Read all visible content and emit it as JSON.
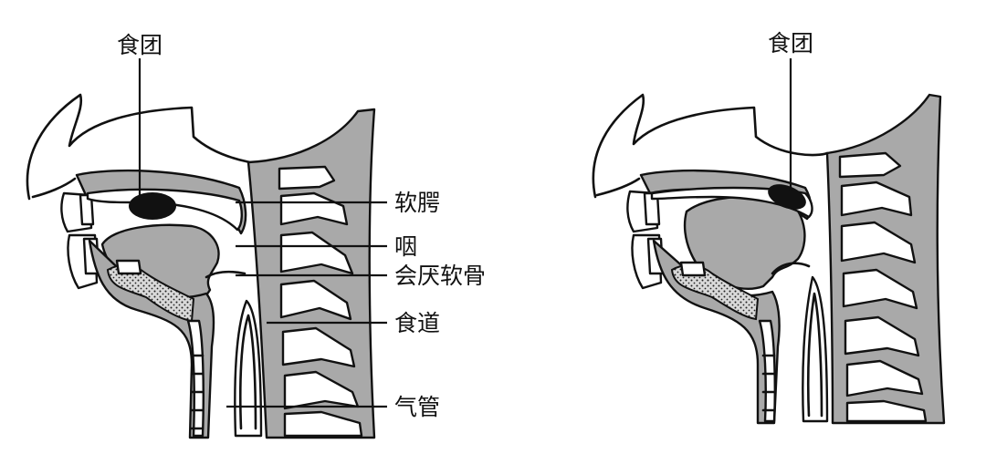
{
  "left_panel": {
    "bolus_label": "食团",
    "labels": {
      "soft_palate": "软腭",
      "pharynx": "咽",
      "epiglottis": "会厌软骨",
      "esophagus": "食道",
      "trachea": "气管"
    }
  },
  "right_panel": {
    "bolus_label": "食团"
  },
  "colors": {
    "tissue": "#a9a9a9",
    "ink": "#111111",
    "bolus": "#111111",
    "background": "#ffffff"
  }
}
